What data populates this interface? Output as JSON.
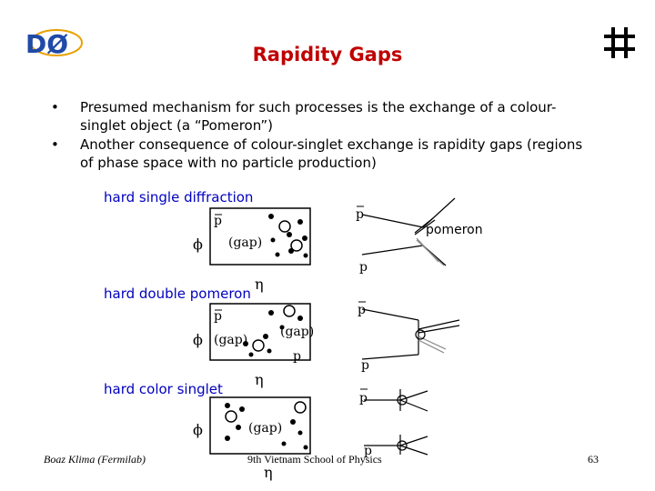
{
  "header": {
    "title": "Rapidity Gaps",
    "logo_left_text": "DØ",
    "logo_right": "fermilab-icon"
  },
  "bullets": [
    {
      "marker": "•",
      "text": "Presumed mechanism for such processes is the exchange of a colour-singlet object (a “Pomeron”)"
    },
    {
      "marker": "•",
      "text": "Another consequence of colour-singlet exchange is rapidity gaps (regions of phase space with no particle production)"
    }
  ],
  "diagrams": [
    {
      "label": "hard single diffraction",
      "pbar": "p",
      "phi": "ϕ",
      "gap": "(gap)",
      "eta": "η",
      "right_pbar": "p",
      "right_p": "p",
      "pomeron": "pomeron"
    },
    {
      "label": "hard double pomeron",
      "pbar": "p",
      "phi": "ϕ",
      "gap_left": "(gap)",
      "gap_right": "(gap)",
      "p": "p",
      "eta": "η",
      "right_pbar": "p",
      "right_p": "p"
    },
    {
      "label": "hard color singlet",
      "phi": "ϕ",
      "gap": "(gap)",
      "eta": "η",
      "right_pbar": "p",
      "right_p": "p"
    }
  ],
  "footer": {
    "author": "Boaz Klima (Fermilab)",
    "event": "9th Vietnam School of Physics",
    "page": "63"
  },
  "colors": {
    "title": "#c00000",
    "label": "#0000c0",
    "logo": "#1f4aa8"
  }
}
